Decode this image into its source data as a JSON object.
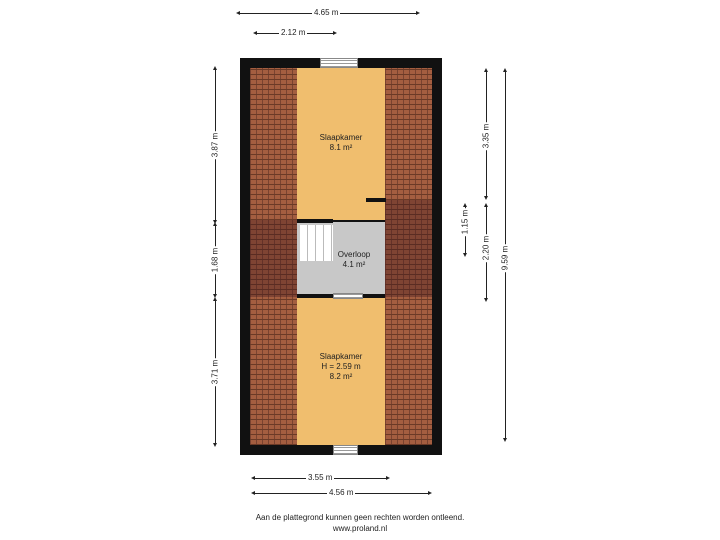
{
  "rooms": [
    {
      "name": "Slaapkamer",
      "area": "8.1 m²"
    },
    {
      "name": "Overloop",
      "area": "4.1 m²"
    },
    {
      "name": "Slaapkamer",
      "height": "H = 2.59 m",
      "area": "8.2 m²"
    }
  ],
  "dimensions": {
    "top_total": "4.65 m",
    "top_partial": "2.12 m",
    "bottom_partial": "3.55 m",
    "bottom_total": "4.56 m",
    "left_top": "3.87 m",
    "left_mid": "1.68 m",
    "left_bottom": "3.71 m",
    "right_top": "3.35 m",
    "right_small": "1.15 m",
    "right_mid": "2.20 m",
    "right_total": "9.59 m"
  },
  "footer": {
    "disclaimer": "Aan de plattegrond kunnen geen rechten worden ontleend.",
    "website": "www.proland.nl"
  },
  "colors": {
    "room": "#f0be6e",
    "landing": "#c8c8c8",
    "roof": "#a45e40"
  }
}
